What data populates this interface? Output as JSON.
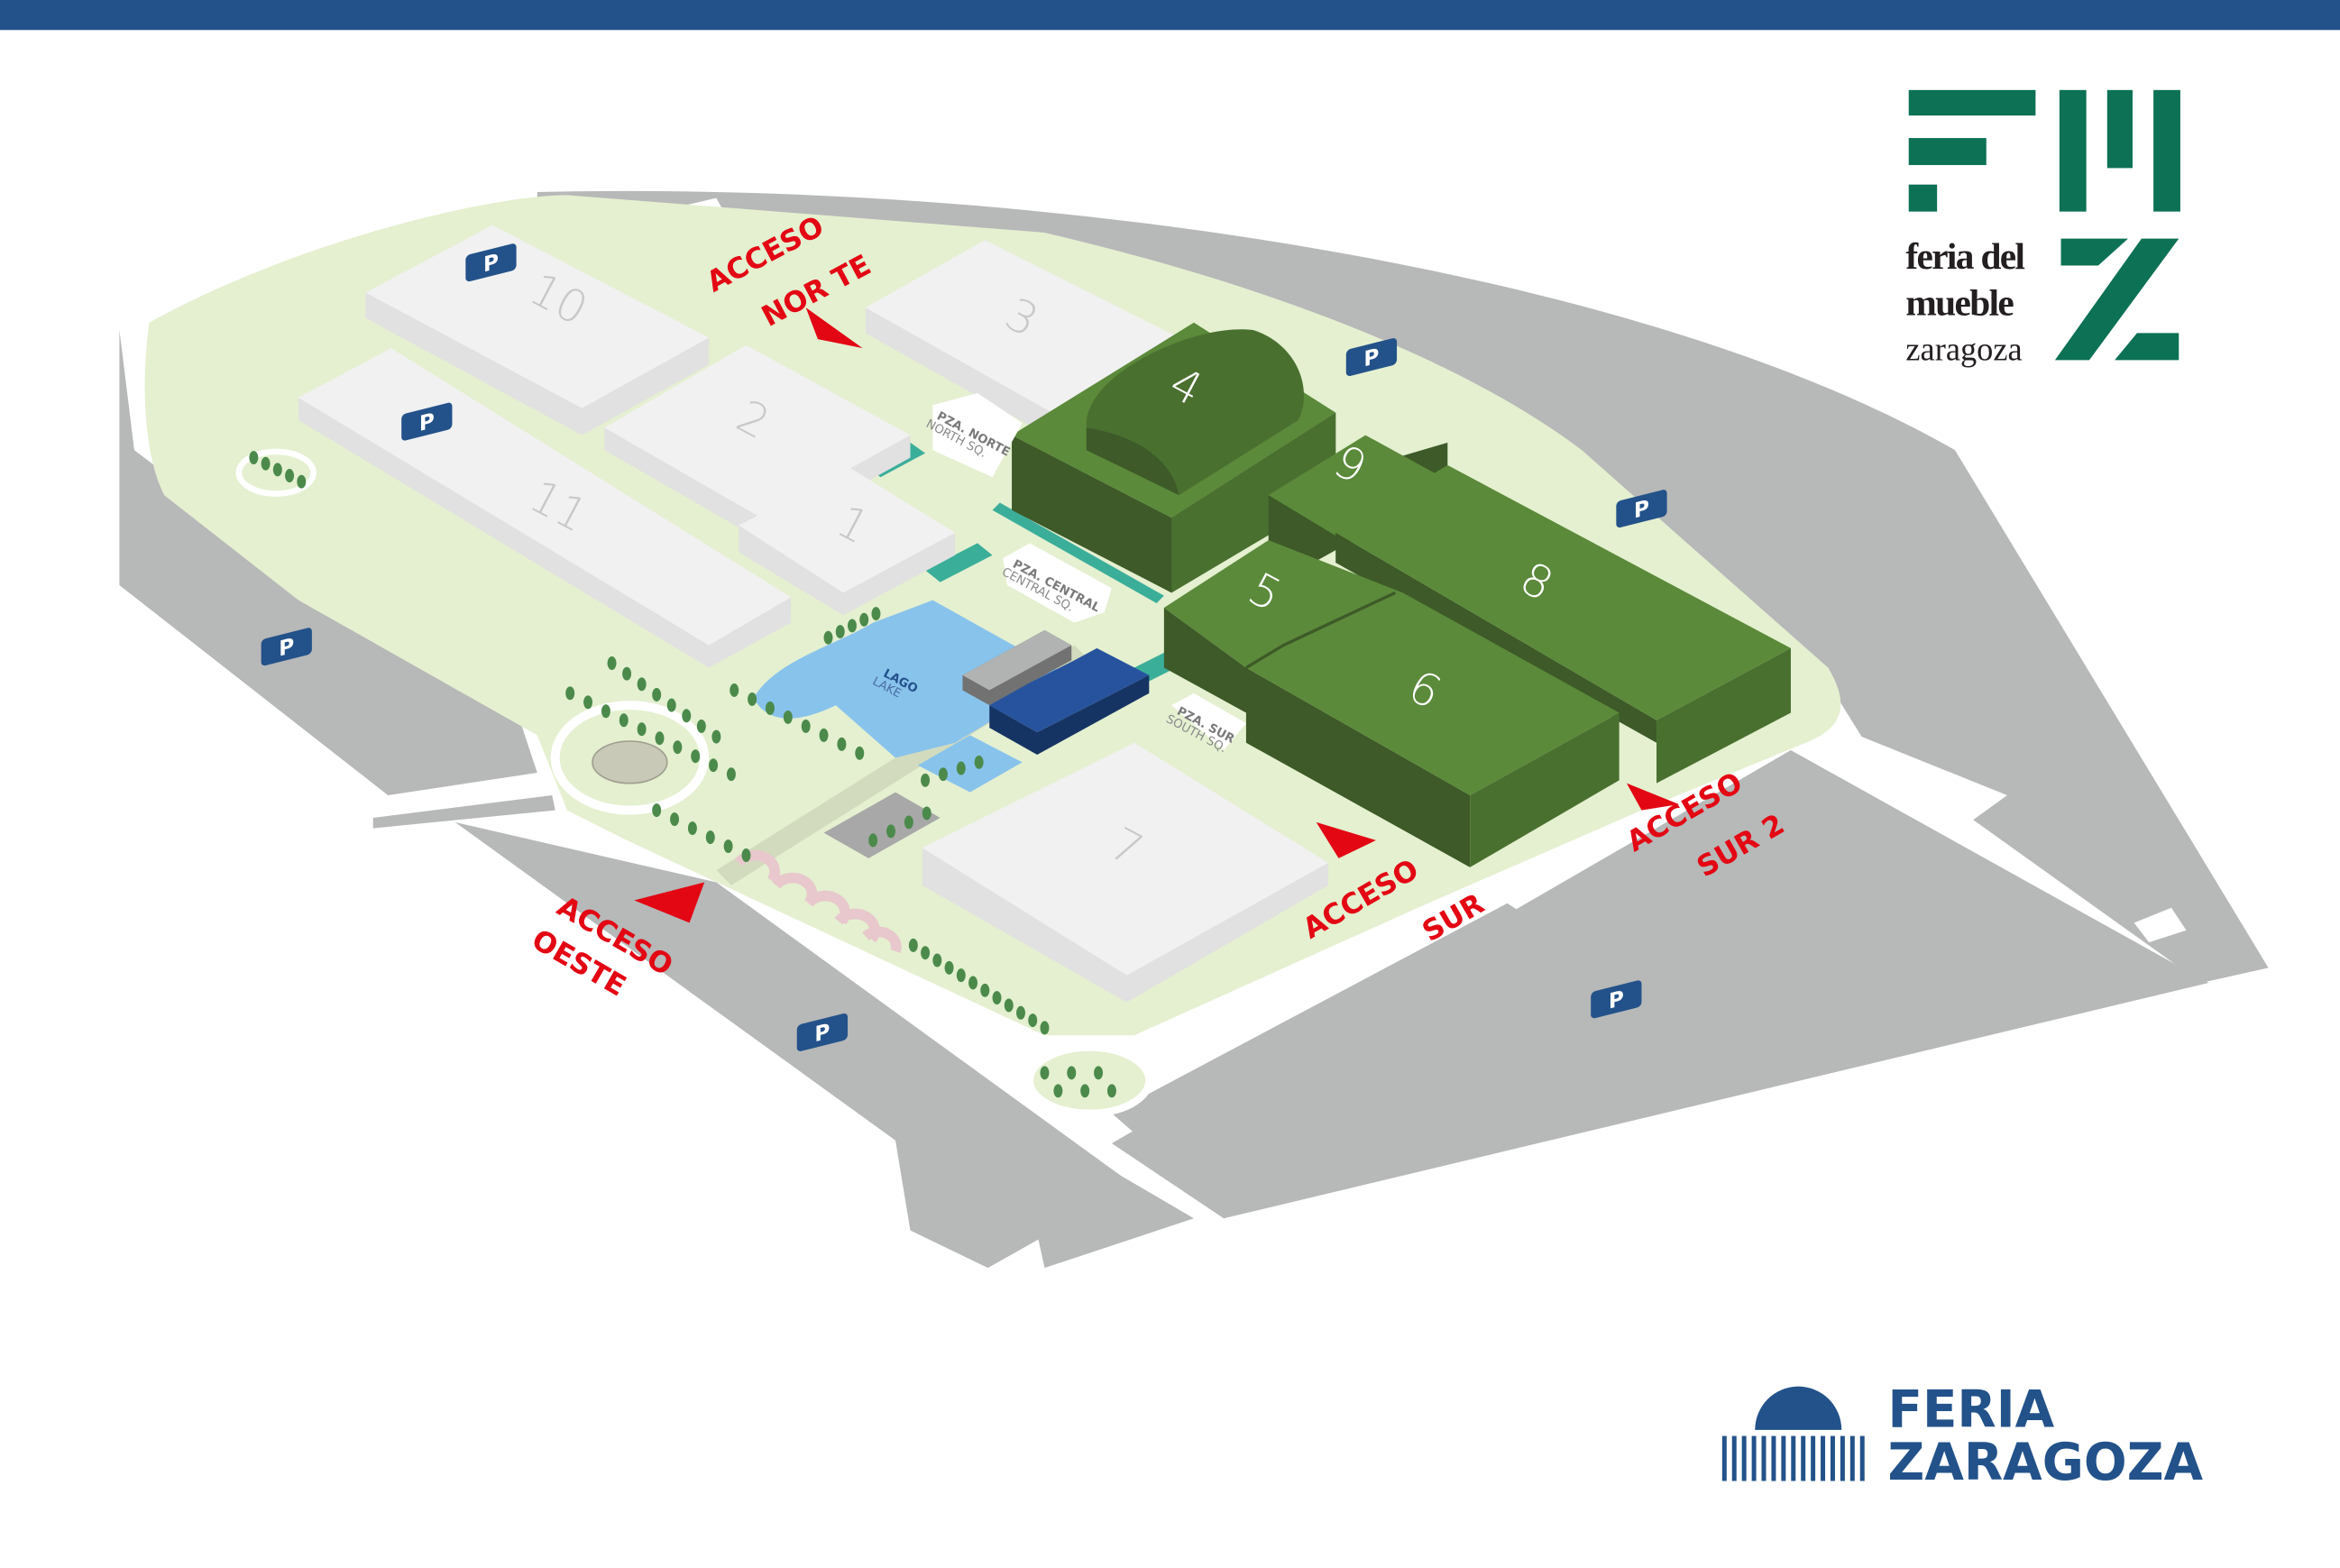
{
  "header": {
    "bar_color": "#23528a"
  },
  "buildings": {
    "b1": "1",
    "b2": "2",
    "b3": "3",
    "b4": "4",
    "b5": "5",
    "b6": "6",
    "b7": "7",
    "b8": "8",
    "b9": "9",
    "b10": "10",
    "b11": "11"
  },
  "access": {
    "norte_1": "ACCESO",
    "norte_2": "NOR TE",
    "oeste_1": "ACCESO",
    "oeste_2": "OESTE",
    "sur_1": "ACCESO",
    "sur_2": "SUR",
    "sur2_1": "ACCESO",
    "sur2_2": "SUR 2"
  },
  "plazas": {
    "norte_es": "PZA. NORTE",
    "norte_en": "NORTH SQ.",
    "central_es": "PZA. CENTRAL",
    "central_en": "CENTRAL SQ.",
    "sur_es": "PZA. SUR",
    "sur_en": "SOUTH SQ."
  },
  "lake": {
    "es": "LAGO",
    "en": "LAKE"
  },
  "parking_label": "P",
  "logo_fmz": {
    "line1": "feria del",
    "line2": "mueble",
    "line3": "zaragoza",
    "color": "#0c7155"
  },
  "logo_feria": {
    "line1": "FERIA",
    "line2": "ZARAGOZA",
    "color": "#23528a"
  },
  "colors": {
    "green_top": "#5b8a3a",
    "green_side": "#3d5a28",
    "access_red": "#e30613",
    "lake": "#88c3ec"
  }
}
